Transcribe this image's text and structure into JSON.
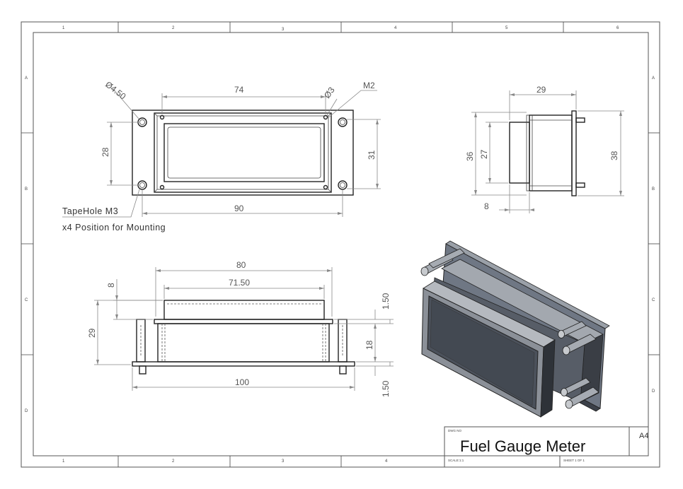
{
  "sheet": {
    "title": "Fuel Gauge Meter",
    "size": "A4",
    "dwg_no_label": "DWG NO",
    "scale_label": "SCALE:1:1",
    "sheet_label": "SHEET 1 OF 1",
    "zones_top": [
      "1",
      "2",
      "3",
      "4",
      "5",
      "6"
    ],
    "zones_bottom": [
      "1",
      "2",
      "3",
      "4"
    ],
    "zones_left": [
      "A",
      "B",
      "C",
      "D"
    ],
    "zones_right": [
      "A",
      "B",
      "C",
      "D"
    ]
  },
  "front_view": {
    "dim_hole_dia": "Ø4.50",
    "dim_small_hole": "Ø3",
    "dim_thread": "M2",
    "dim_top_width": "74",
    "dim_left_height": "28",
    "dim_right_height": "31",
    "dim_bottom_width": "90",
    "note_line1": "TapeHole M3",
    "note_line2": "x4 Position for Mounting"
  },
  "side_view": {
    "dim_top": "29",
    "dim_left_outer": "36",
    "dim_left_inner": "27",
    "dim_right": "38",
    "dim_bottom": "8"
  },
  "top_view": {
    "dim_80": "80",
    "dim_71_50": "71.50",
    "dim_8": "8",
    "dim_29": "29",
    "dim_100": "100",
    "dim_1_50_top": "1.50",
    "dim_18": "18",
    "dim_1_50_bottom": "1.50"
  }
}
